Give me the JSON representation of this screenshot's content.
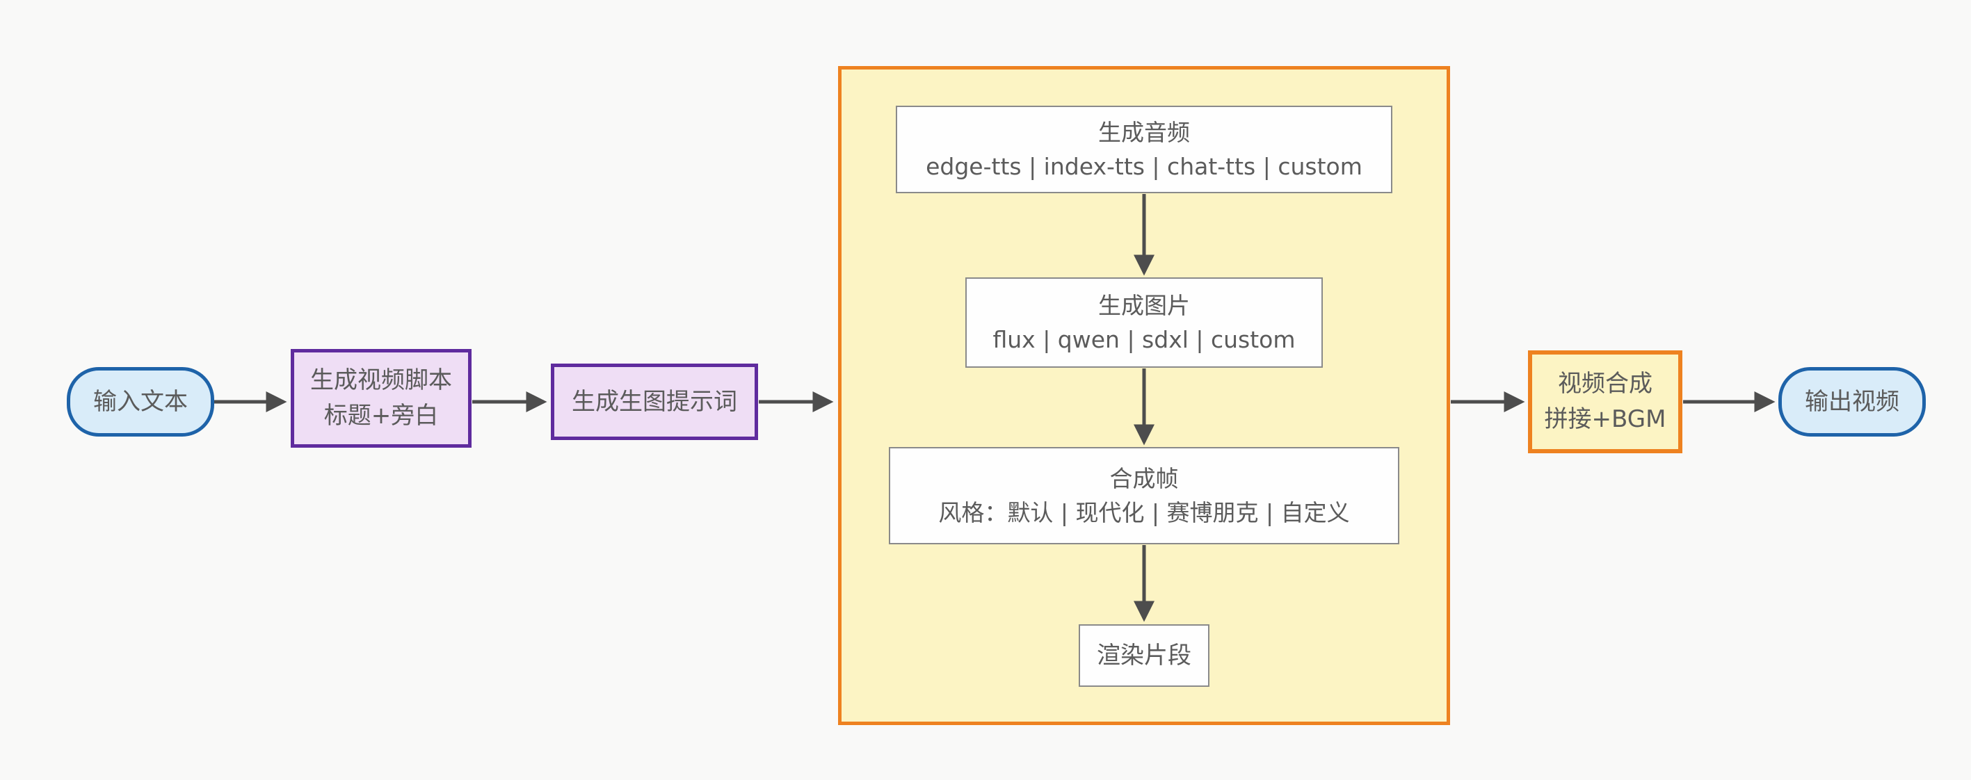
{
  "colors": {
    "background": "#f9f9f8",
    "arrow": "#4d4d4d",
    "text": "#5b5b5b",
    "pill-fill": "#d9ecf9",
    "pill-border": "#1e63a9",
    "purple-fill": "#efdef5",
    "purple-border": "#5f2b9e",
    "yellow-fill": "#fcf4c4",
    "orange-border": "#ee8220",
    "white-fill": "#fefefe",
    "gray-border": "#8a8a8a"
  },
  "nodes": {
    "input": {
      "label": "输入文本"
    },
    "script": {
      "title": "生成视频脚本",
      "subtitle": "标题+旁白"
    },
    "prompt": {
      "label": "生成生图提示词"
    },
    "audio": {
      "title": "生成音频",
      "subtitle": "edge-tts | index-tts | chat-tts | custom"
    },
    "image": {
      "title": "生成图片",
      "subtitle": "flux | qwen | sdxl | custom"
    },
    "frame": {
      "title": "合成帧",
      "subtitle": "风格：默认 | 现代化 | 赛博朋克 | 自定义"
    },
    "render": {
      "label": "渲染片段"
    },
    "compose": {
      "title": "视频合成",
      "subtitle": "拼接+BGM"
    },
    "output": {
      "label": "输出视频"
    }
  }
}
